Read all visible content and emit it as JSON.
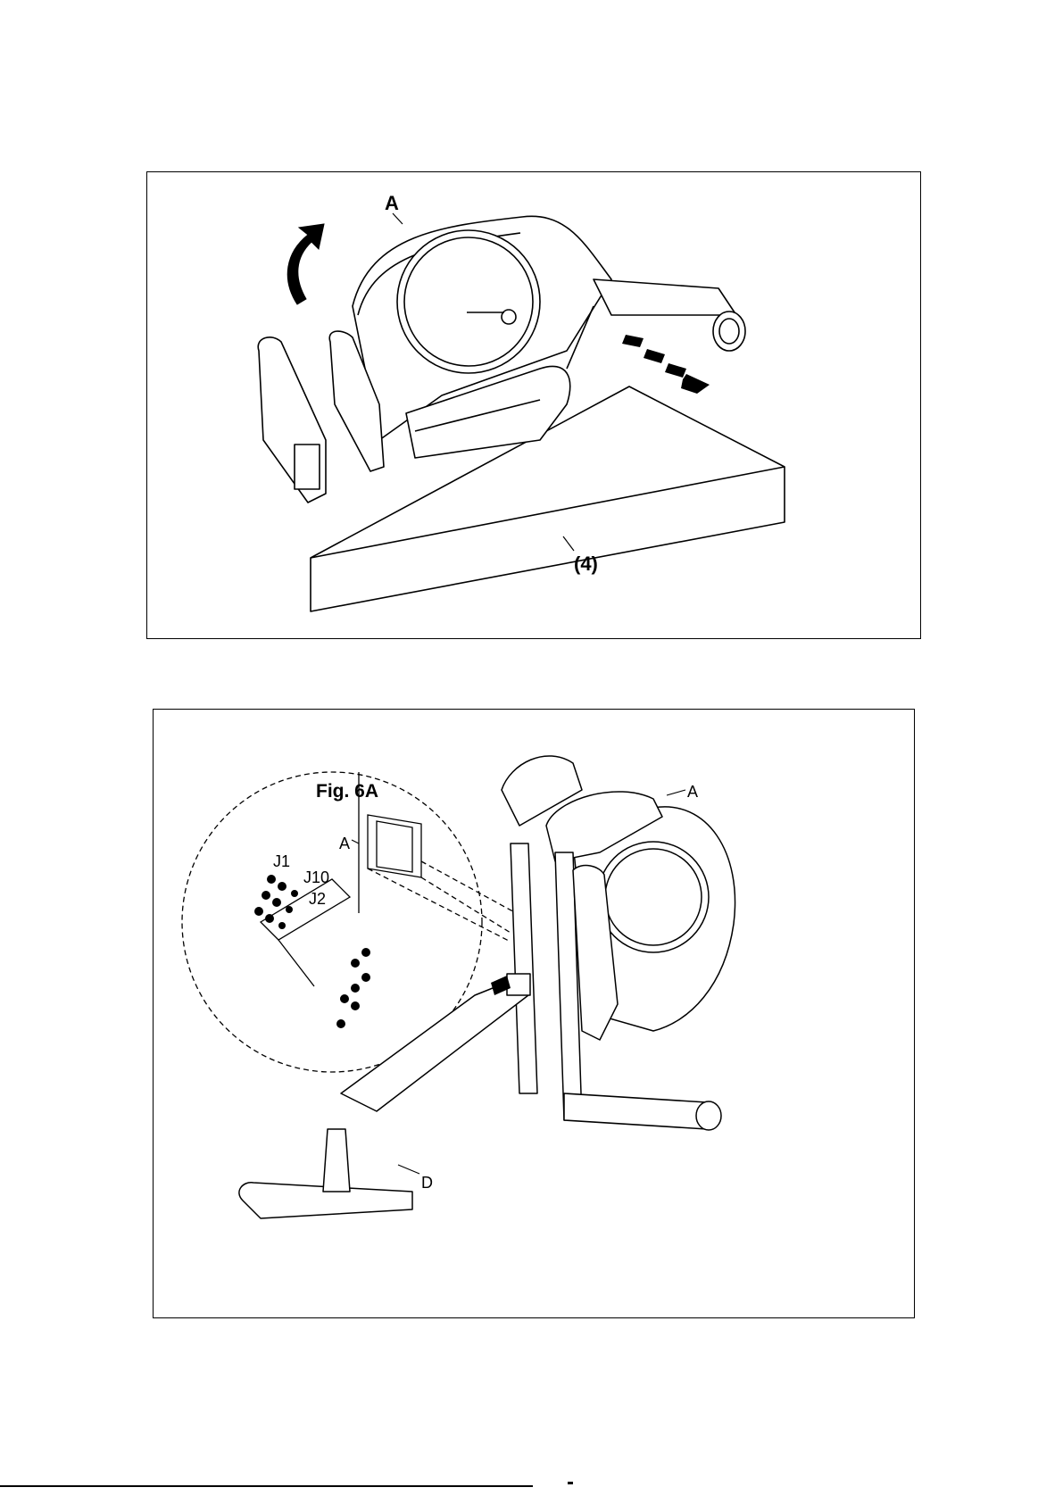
{
  "figure_1": {
    "label_a": "A",
    "label_part": "(4)"
  },
  "figure_2": {
    "inset_title": "Fig. 6A",
    "inset_label_a": "A",
    "label_j1": "J1",
    "label_j10": "J10",
    "label_j2": "J2",
    "label_a": "A",
    "label_d": "D"
  }
}
